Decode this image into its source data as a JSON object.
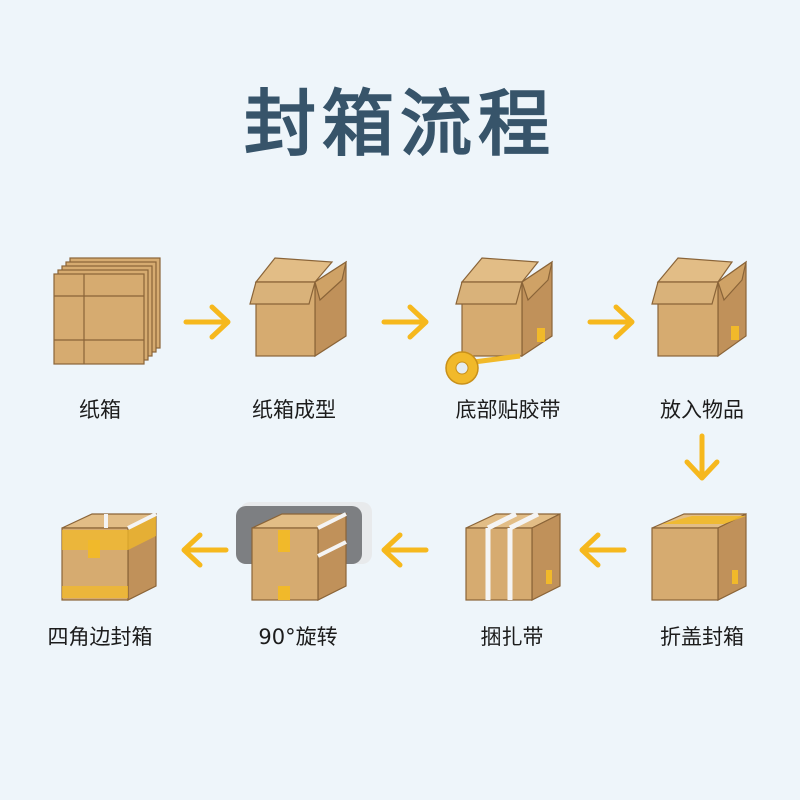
{
  "title": "封箱流程",
  "colors": {
    "background": "#eef5fa",
    "title": "#37546a",
    "arrow": "#f6b81d",
    "box_front": "#d6ab70",
    "box_side": "#c0915a",
    "box_top": "#e2bd86",
    "box_edge": "#8a6438",
    "tape": "#f1b92a",
    "strap": "#f4f4f4"
  },
  "steps": [
    {
      "label": "纸箱",
      "icon": "flat-cardboard-sheets-icon"
    },
    {
      "label": "纸箱成型",
      "icon": "open-box-icon"
    },
    {
      "label": "底部贴胶带",
      "icon": "box-bottom-tape-roll-icon"
    },
    {
      "label": "放入物品",
      "icon": "open-box-filled-icon"
    },
    {
      "label": "折盖封箱",
      "icon": "closed-taped-box-icon"
    },
    {
      "label": "捆扎带",
      "icon": "strapped-box-icon"
    },
    {
      "label": "90°旋转",
      "icon": "rotating-box-icon"
    },
    {
      "label": "四角边封箱",
      "icon": "corner-sealed-box-icon"
    }
  ]
}
